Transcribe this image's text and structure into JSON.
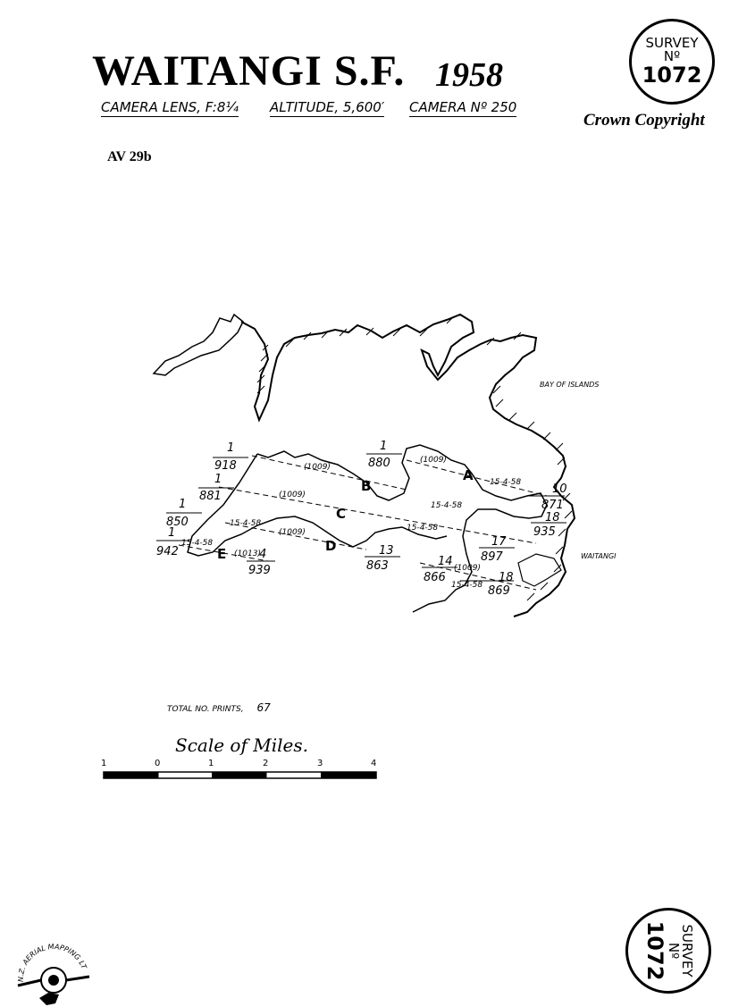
{
  "header": {
    "title": "WAITANGI S.F.",
    "year": "1958",
    "camera_lens": "CAMERA LENS, F:8¼",
    "altitude": "ALTITUDE, 5,600′",
    "camera_no": "CAMERA Nº 250",
    "copyright": "Crown Copyright",
    "reference": "AV 29b"
  },
  "survey_stamp": {
    "line1": "SURVEY",
    "line2": "Nº",
    "number": "1072"
  },
  "map": {
    "place_labels": [
      "BAY OF ISLANDS",
      "WAITANGI"
    ],
    "run_letters": [
      "A",
      "B",
      "C",
      "D",
      "E"
    ],
    "date_label": "15-4-58",
    "film_label": "(1009)",
    "film_label_e": "(1013)",
    "print_numbers": [
      "1",
      "918",
      "1",
      "881",
      "1",
      "850",
      "1",
      "942",
      "1",
      "880",
      "10",
      "871",
      "18",
      "935",
      "17",
      "897",
      "13",
      "863",
      "14",
      "866",
      "18",
      "869",
      "4",
      "939"
    ]
  },
  "footer": {
    "total_prints_label": "TOTAL NO. PRINTS,",
    "total_prints_value": "67",
    "scale_title": "Scale of Miles.",
    "scale_ticks": [
      "1",
      "0",
      "1",
      "2",
      "3",
      "4"
    ],
    "logo_text": "N.Z. AERIAL MAPPING LTD."
  }
}
